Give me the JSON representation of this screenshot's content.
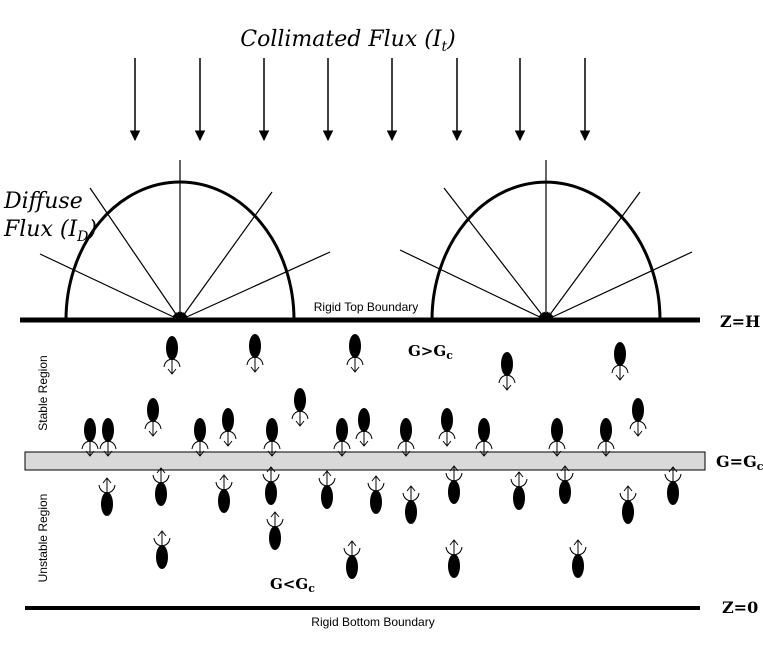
{
  "title_main": "Collimated Flux (I",
  "title_sub": "t",
  "title_close": ")",
  "diffuse_line1": "Diffuse",
  "diffuse_line2": "Flux (I",
  "diffuse_sub": "D",
  "diffuse_close": ")",
  "top_boundary_label": "Rigid Top Boundary",
  "bottom_boundary_label": "Rigid Bottom Boundary",
  "z_top": "Z=H",
  "z_bottom": "Z=0",
  "g_upper_main": "G>G",
  "g_upper_sub": "c",
  "g_mid_main": "G=G",
  "g_mid_sub": "c",
  "g_lower_main": "G<G",
  "g_lower_sub": "c",
  "stable_region": "Stable Region",
  "unstable_region": "Unstable Region",
  "colors": {
    "ink": "#000000",
    "critical_band": "#d9d9d9",
    "background": "#ffffff"
  }
}
